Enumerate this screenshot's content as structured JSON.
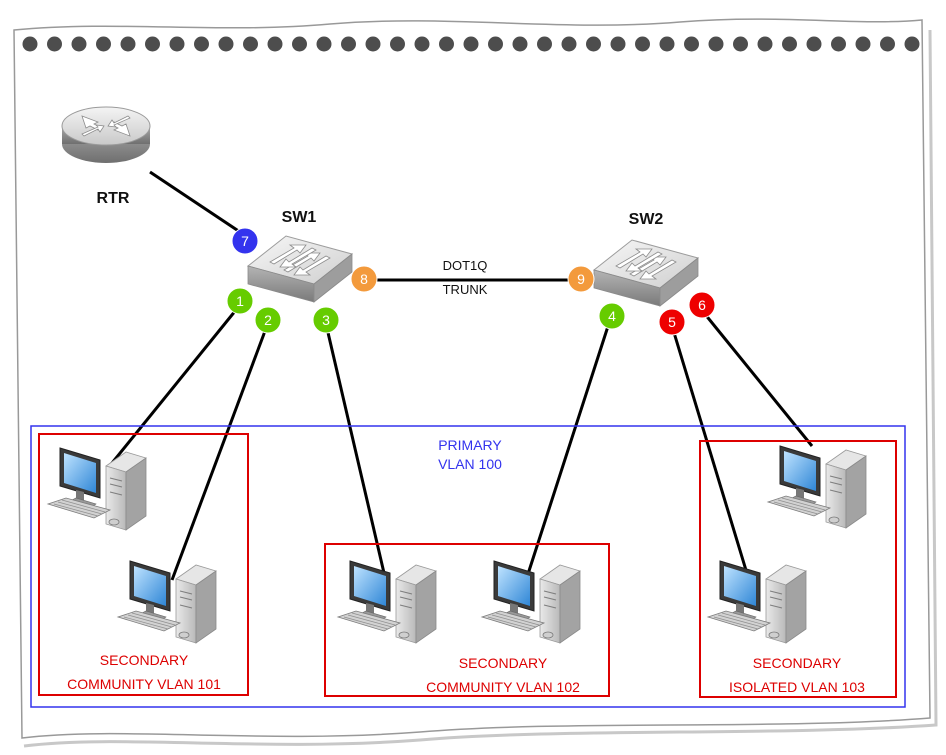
{
  "devices": {
    "router": {
      "label": "RTR",
      "icon": "router-icon"
    },
    "switch1": {
      "label": "SW1",
      "icon": "switch-icon"
    },
    "switch2": {
      "label": "SW2",
      "icon": "switch-icon"
    }
  },
  "trunk": {
    "line1": "DOT1Q",
    "line2": "TRUNK"
  },
  "primary_vlan": {
    "line1": "PRIMARY",
    "line2": "VLAN 100"
  },
  "secondary_vlans": [
    {
      "line1": "SECONDARY",
      "line2": "COMMUNITY VLAN 101"
    },
    {
      "line1": "SECONDARY",
      "line2": "COMMUNITY VLAN 102"
    },
    {
      "line1": "SECONDARY",
      "line2": "ISOLATED VLAN 103"
    }
  ],
  "ports": [
    {
      "number": "1",
      "color": "#66cc00"
    },
    {
      "number": "2",
      "color": "#66cc00"
    },
    {
      "number": "3",
      "color": "#66cc00"
    },
    {
      "number": "4",
      "color": "#66cc00"
    },
    {
      "number": "5",
      "color": "#ee0000"
    },
    {
      "number": "6",
      "color": "#ee0000"
    },
    {
      "number": "7",
      "color": "#3333ee"
    },
    {
      "number": "8",
      "color": "#f39a3c"
    },
    {
      "number": "9",
      "color": "#f39a3c"
    }
  ],
  "colors": {
    "primary_box": "#3333ee",
    "secondary_box": "#dd0000",
    "link": "#000000"
  },
  "hosts": [
    {
      "icon": "workstation-icon"
    },
    {
      "icon": "workstation-icon"
    },
    {
      "icon": "workstation-icon"
    },
    {
      "icon": "workstation-icon"
    },
    {
      "icon": "workstation-icon"
    },
    {
      "icon": "workstation-icon"
    }
  ]
}
